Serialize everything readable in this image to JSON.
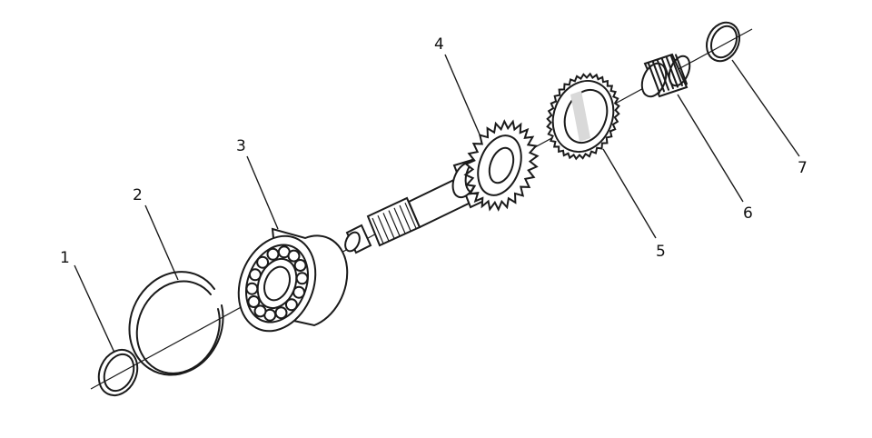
{
  "diagram": {
    "callouts": [
      {
        "id": "1",
        "label": "1"
      },
      {
        "id": "2",
        "label": "2"
      },
      {
        "id": "3",
        "label": "3"
      },
      {
        "id": "4",
        "label": "4"
      },
      {
        "id": "5",
        "label": "5"
      },
      {
        "id": "6",
        "label": "6"
      },
      {
        "id": "7",
        "label": "7"
      }
    ]
  },
  "colors": {
    "line": "#1a1a1a",
    "background": "#ffffff"
  }
}
